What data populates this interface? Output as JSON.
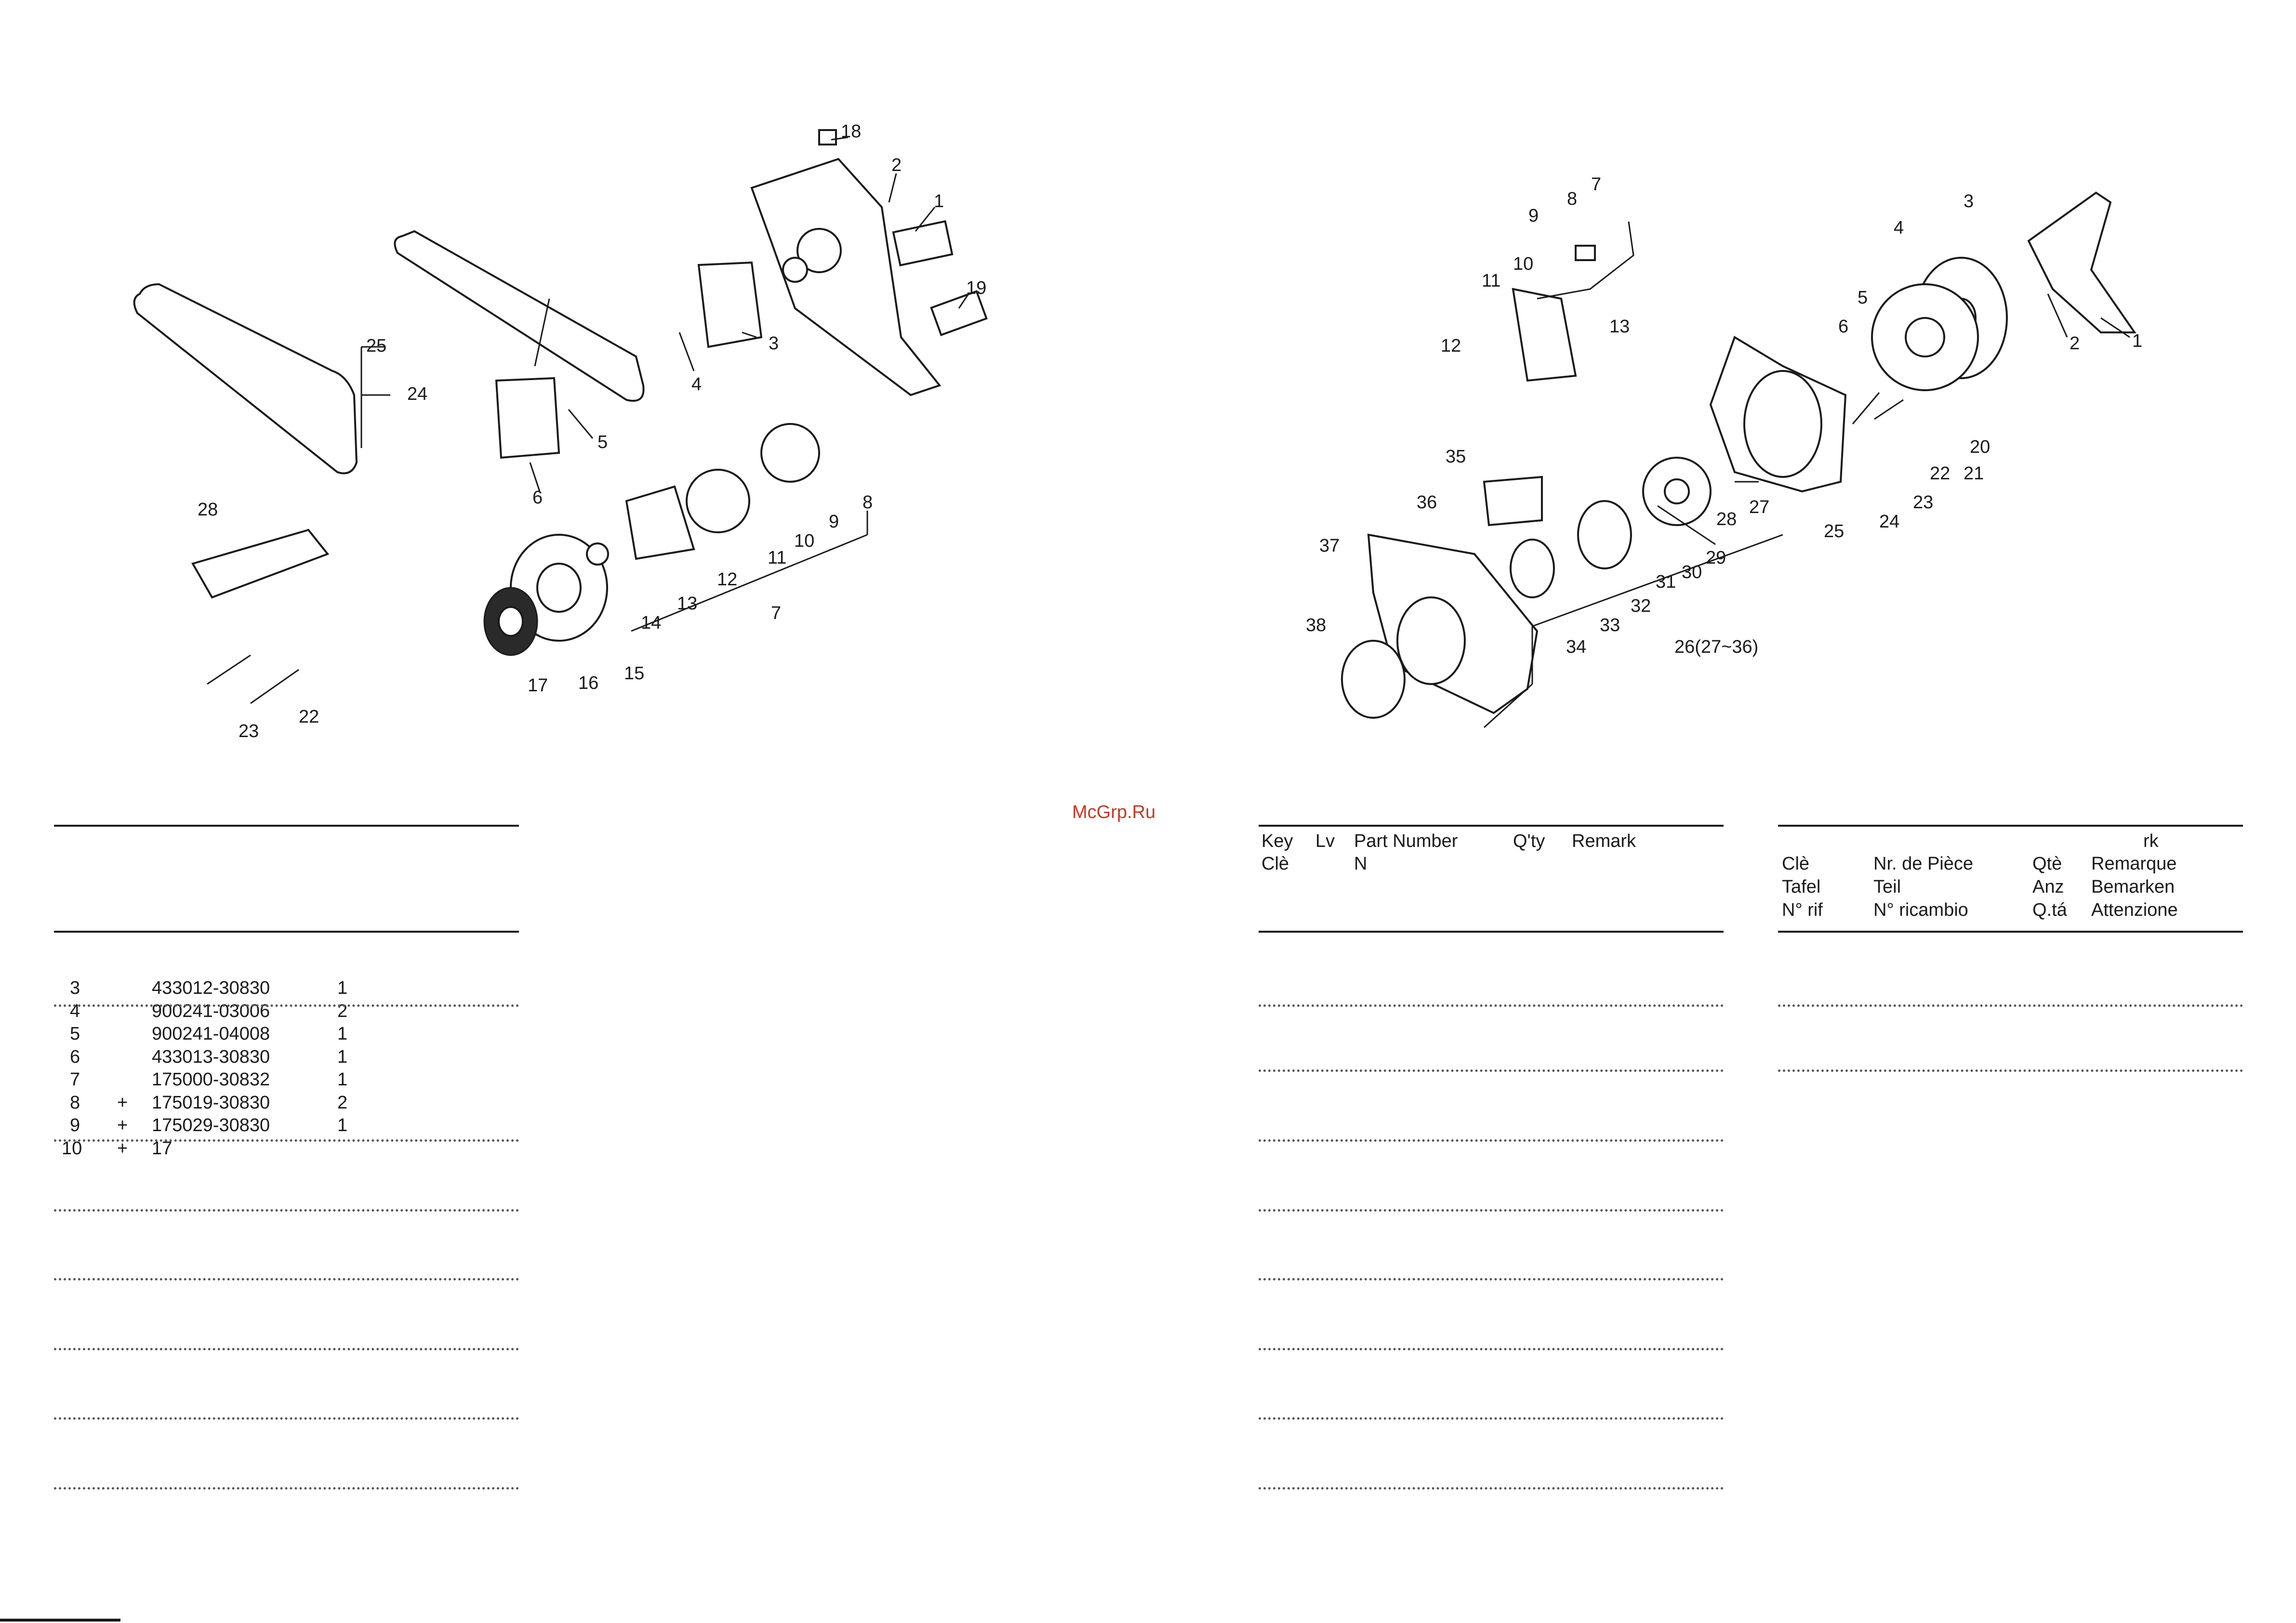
{
  "watermark": "McGrp.Ru",
  "left_diagram": {
    "callouts": [
      "1",
      "2",
      "3",
      "4",
      "5",
      "6",
      "7",
      "8",
      "9",
      "10",
      "11",
      "12",
      "13",
      "14",
      "15",
      "16",
      "17",
      "18",
      "19",
      "22",
      "23",
      "24",
      "25",
      "28"
    ]
  },
  "right_diagram": {
    "callouts": [
      "1",
      "2",
      "3",
      "4",
      "5",
      "6",
      "7",
      "8",
      "9",
      "10",
      "11",
      "12",
      "13",
      "20",
      "21",
      "22",
      "23",
      "24",
      "25",
      "26(27~36)",
      "27",
      "28",
      "29",
      "30",
      "31",
      "32",
      "33",
      "34",
      "35",
      "36",
      "37",
      "38"
    ]
  },
  "left_table": {
    "rows": [
      {
        "key": "3",
        "lv": "",
        "part": "433012-30830",
        "qty": "1"
      },
      {
        "key": "4",
        "lv": "",
        "part": "900241-03006",
        "qty": "2"
      },
      {
        "key": "5",
        "lv": "",
        "part": "900241-04008",
        "qty": "1"
      },
      {
        "key": "6",
        "lv": "",
        "part": "433013-30830",
        "qty": "1"
      },
      {
        "key": "7",
        "lv": "",
        "part": "175000-30832",
        "qty": "1"
      },
      {
        "key": "8",
        "lv": "+",
        "part": "175019-30830",
        "qty": "2"
      },
      {
        "key": "9",
        "lv": "+",
        "part": "175029-30830",
        "qty": "1"
      },
      {
        "key": "10",
        "lv": "+",
        "part": "17",
        "qty": ""
      }
    ]
  },
  "right_table": {
    "header_key": "Key",
    "header_cle": "Clè",
    "header_lv": "Lv",
    "header_part": "Part Number",
    "header_part2": "N",
    "header_qty": "Q'ty",
    "header_remark": "Remark"
  },
  "legend_table": {
    "top": "rk",
    "col1": [
      "Clè",
      "Tafel",
      "N° rif"
    ],
    "col2": [
      "Nr. de Pièce",
      "Teil",
      "N° ricambio"
    ],
    "col3": [
      "Qtè",
      "Anz",
      "Q.tá"
    ],
    "col4": [
      "Remarque",
      "Bemarken",
      "Attenzione"
    ]
  }
}
